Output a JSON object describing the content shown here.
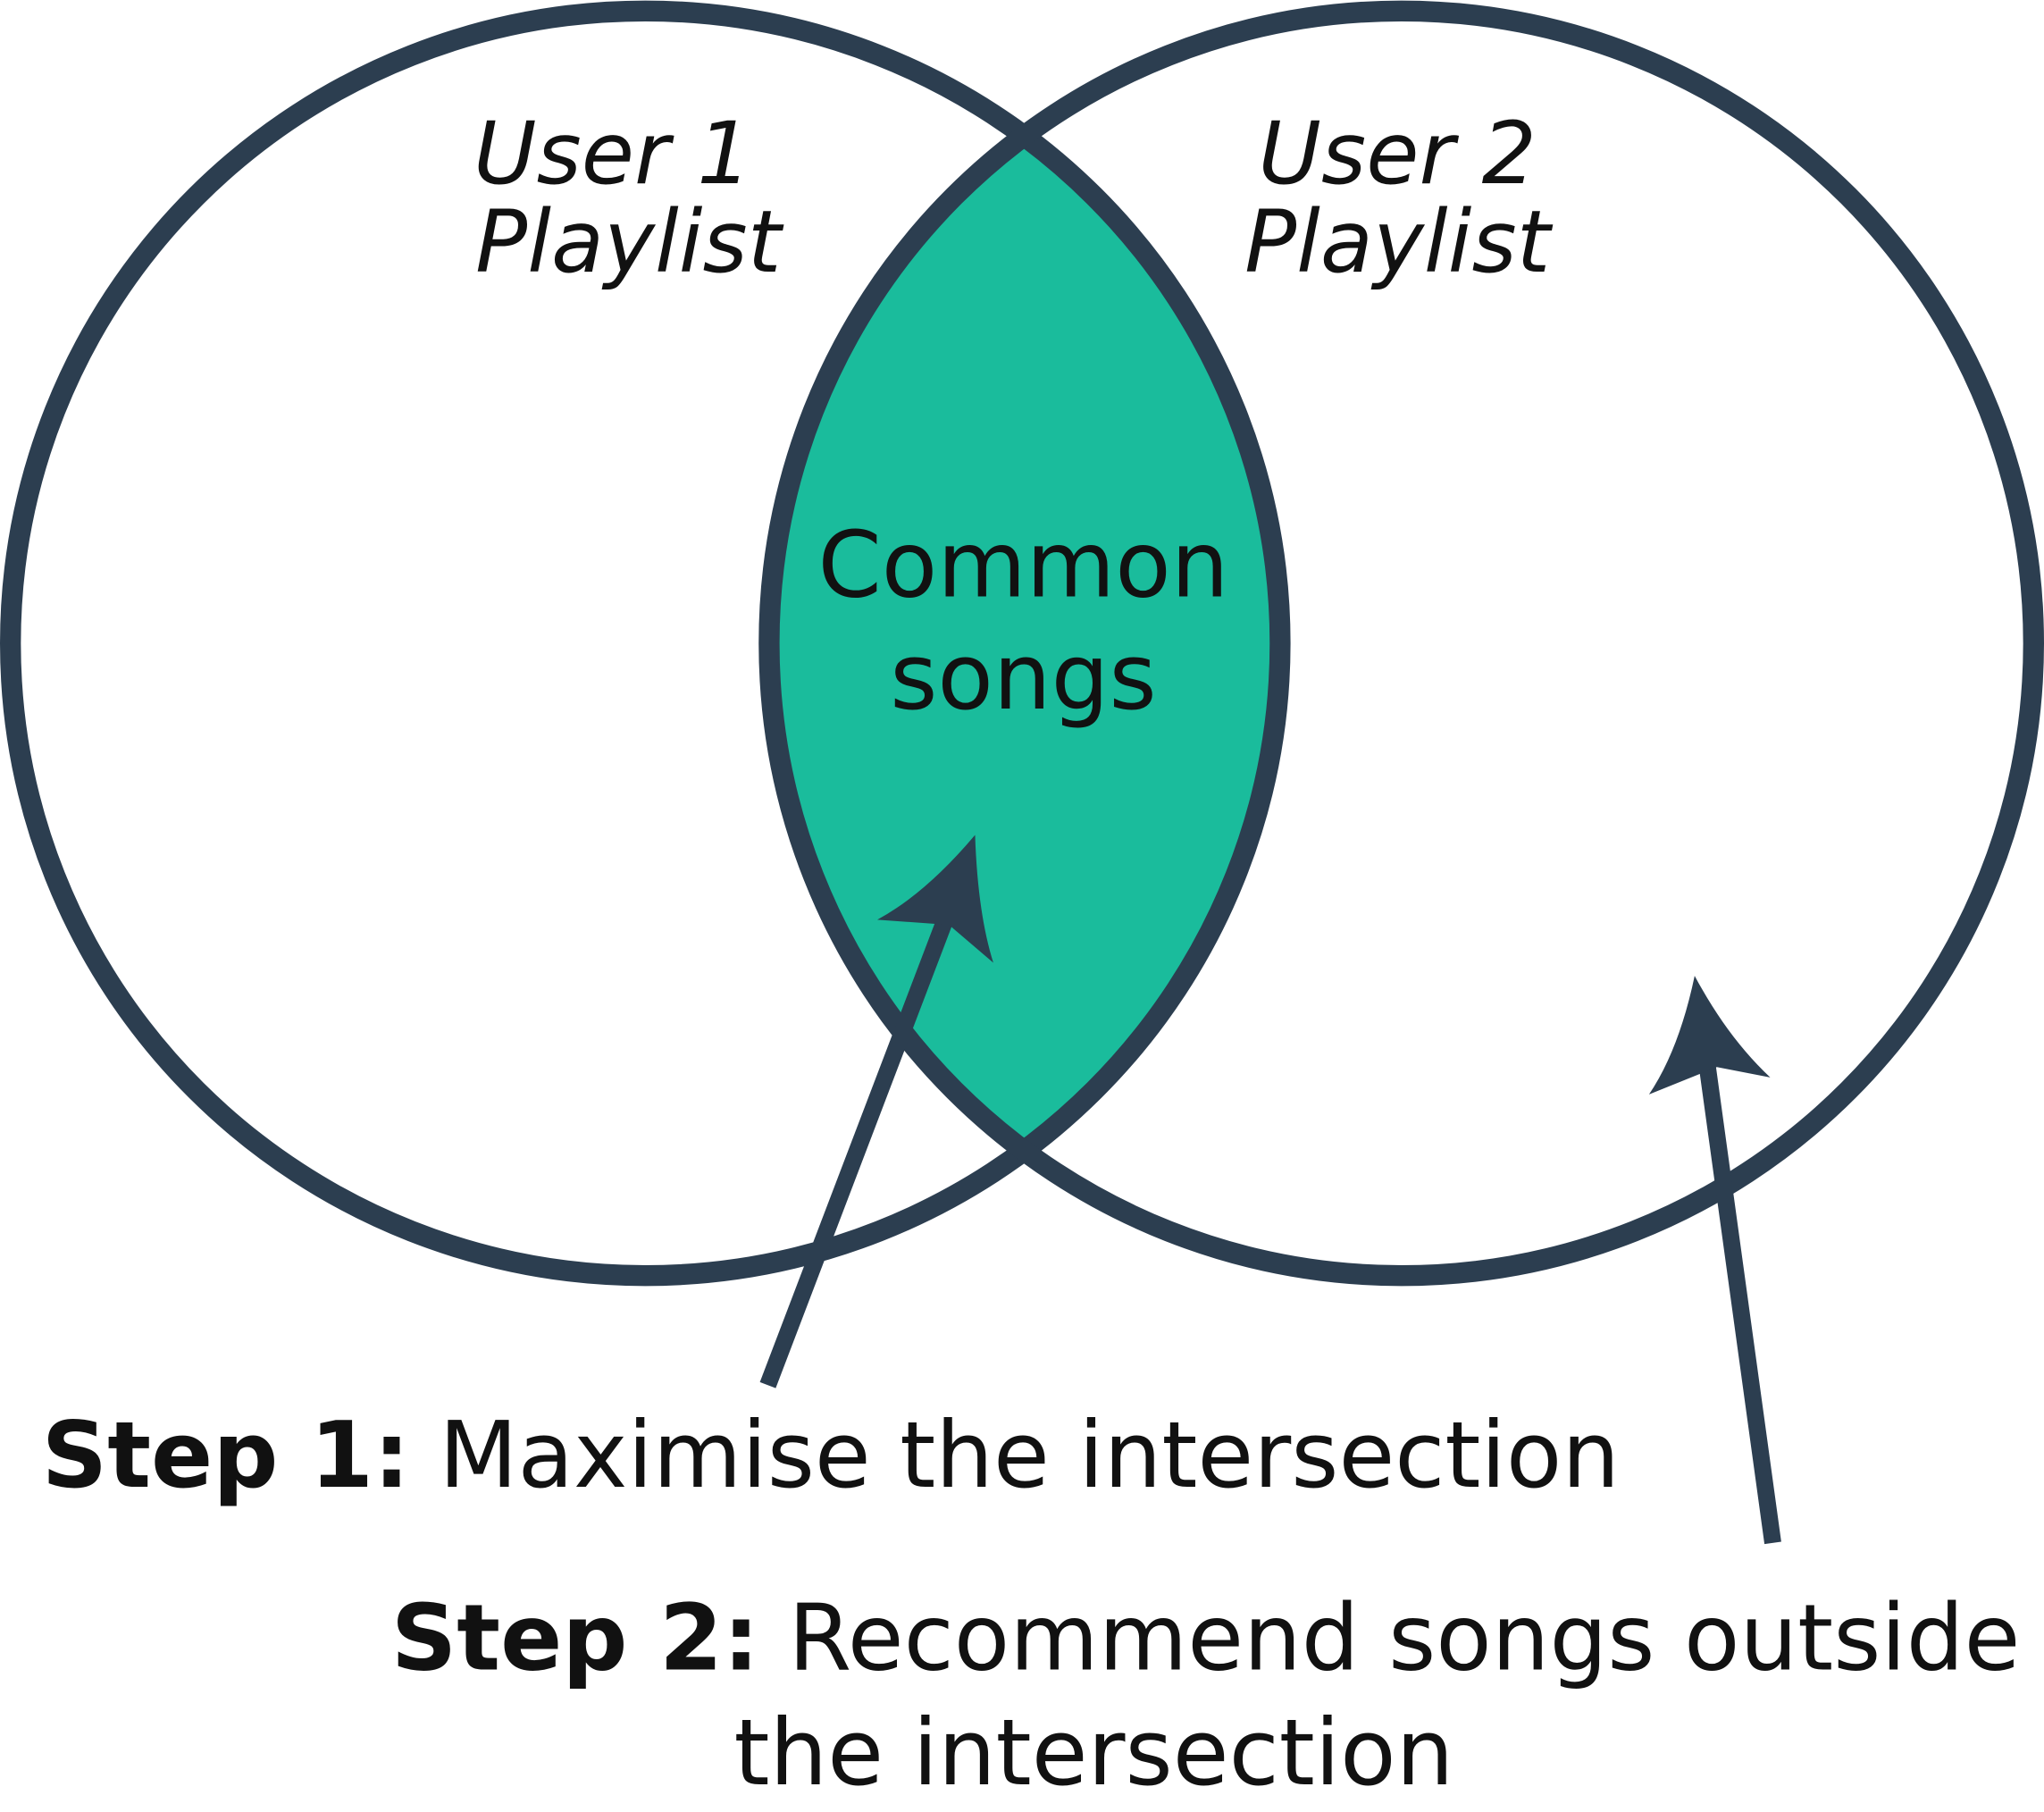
{
  "colors": {
    "stroke": "#2c3e50",
    "intersection": "#1abc9c",
    "text": "#111111"
  },
  "sets": [
    {
      "label_line1": "User 1",
      "label_line2": "Playlist"
    },
    {
      "label_line1": "User 2",
      "label_line2": "Playlist"
    }
  ],
  "intersection": {
    "label_line1": "Common",
    "label_line2": "songs"
  },
  "steps": [
    {
      "prefix": "Step 1:",
      "text": "Maximise the intersection"
    },
    {
      "prefix": "Step 2:",
      "text": "Recommend songs outside",
      "text_line2": "the intersection"
    }
  ]
}
